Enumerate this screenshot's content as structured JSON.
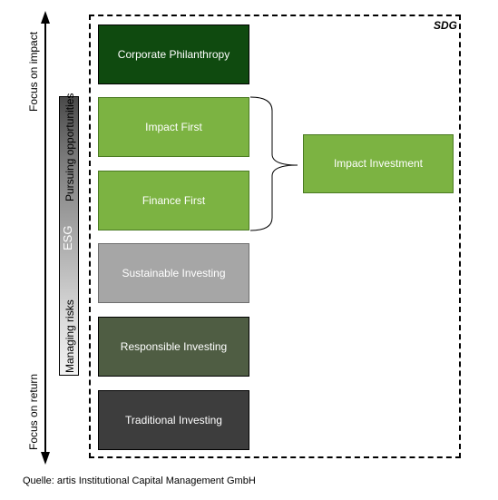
{
  "sdg_label": "SDG",
  "axis": {
    "top_label": "Focus on impact",
    "bottom_label": "Focus on return"
  },
  "esg": {
    "label": "ESG",
    "upper_label": "Pursuing opportunities",
    "lower_label": "Managing risks"
  },
  "boxes": {
    "corporate_philanthropy": "Corporate Philanthropy",
    "impact_first": "Impact First",
    "finance_first": "Finance First",
    "sustainable_investing": "Sustainable Investing",
    "responsible_investing": "Responsible Investing",
    "traditional_investing": "Traditional Investing",
    "impact_investment": "Impact Investment"
  },
  "source": "Quelle: artis Institutional Capital Management GmbH",
  "colors": {
    "dark_green": "#0f4a0f",
    "light_green": "#7cb342",
    "grey": "#a6a6a6",
    "olive_grey": "#4f5d43",
    "dark_grey": "#3d3d3d"
  }
}
